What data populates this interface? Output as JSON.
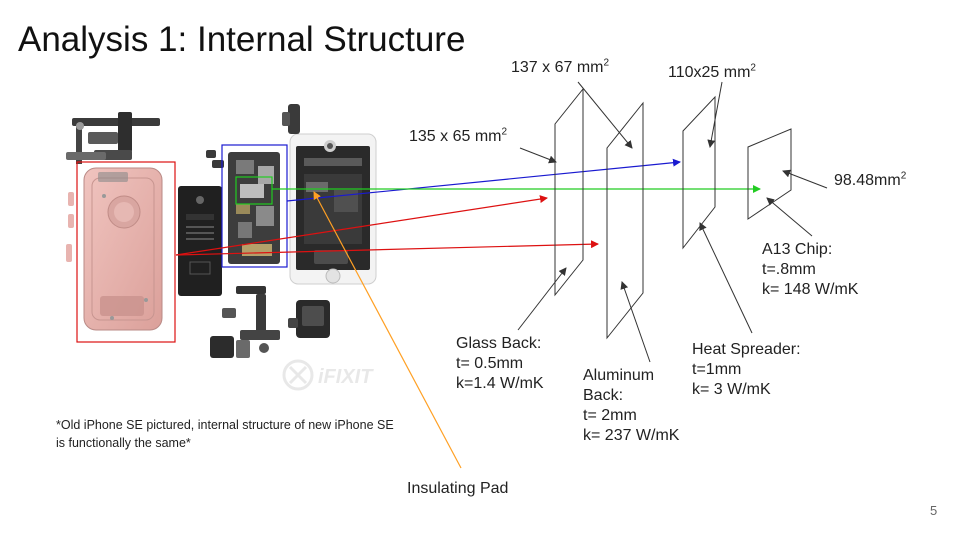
{
  "title": "Analysis 1: Internal Structure",
  "area_labels": {
    "glass": {
      "base": "135 x 65 mm",
      "sup": "2"
    },
    "aluminum": {
      "base": "137 x 67 mm",
      "sup": "2"
    },
    "spreader": {
      "base": "110x25 mm",
      "sup": "2"
    },
    "chip": {
      "base": "98.48mm",
      "sup": "2"
    }
  },
  "layers": {
    "glass": "Glass Back:\nt= 0.5mm\nk=1.4 W/mK",
    "aluminum": "Aluminum\nBack:\nt= 2mm\nk= 237 W/mK",
    "spreader": "Heat Spreader:\nt=1mm\nk= 3 W/mK",
    "chip": "A13 Chip:\nt=.8mm\nk= 148 W/mK"
  },
  "insulating_pad": "Insulating Pad",
  "footnote": "*Old iPhone SE pictured, internal structure of new iPhone SE is functionally the same*",
  "page_number": "5",
  "watermark": "iFIXIT",
  "colors": {
    "red": "#dd1111",
    "blue": "#1a1ad0",
    "green": "#22cc22",
    "orange": "#ffa024",
    "rose_gold": "#e8b4b0",
    "line": "#333333"
  }
}
